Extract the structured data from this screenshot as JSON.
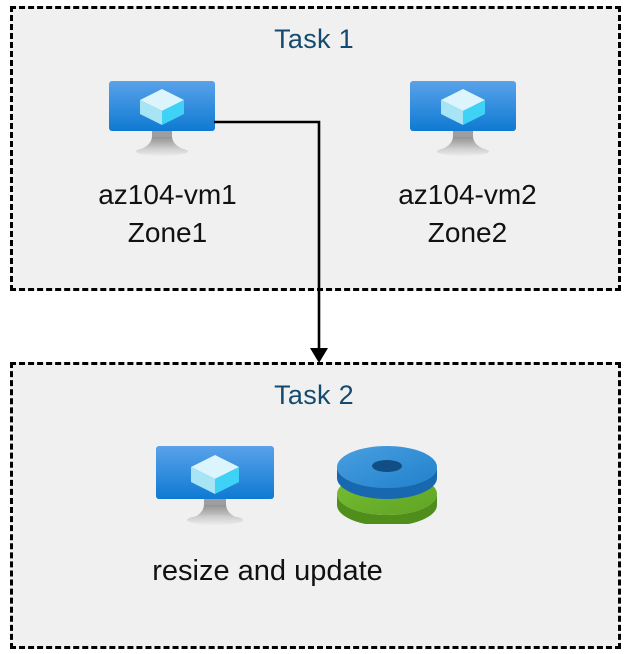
{
  "diagram": {
    "background_color": "#FFFFFF",
    "box_fill_color": "#F0F0F0",
    "box_border_color": "#000000",
    "title_color": "#134A6E",
    "label_color": "#111111",
    "connector_color": "#000000",
    "boxes": [
      {
        "id": "task1",
        "title": "Task 1",
        "nodes": [
          {
            "id": "vm1",
            "icon": "azure-virtual-machine-icon",
            "label": "az104-vm1\nZone1"
          },
          {
            "id": "vm2",
            "icon": "azure-virtual-machine-icon",
            "label": "az104-vm2\nZone2"
          }
        ]
      },
      {
        "id": "task2",
        "title": "Task 2",
        "nodes": [
          {
            "id": "vm3",
            "icon": "azure-virtual-machine-icon",
            "label": ""
          },
          {
            "id": "disks",
            "icon": "azure-managed-disks-icon",
            "label": ""
          }
        ],
        "caption": "resize and update"
      }
    ],
    "connector": {
      "from": "vm1",
      "to": "task2",
      "style": "elbow-arrow",
      "arrowhead": "filled-triangle-down"
    },
    "icon_colors": {
      "monitor_screen_top": "#4F9BE8",
      "monitor_screen_bottom": "#0F7CD4",
      "monitor_stand": "#9B9B9B",
      "cube_top": "#D7F3FB",
      "cube_left": "#9FE2F4",
      "cube_right": "#3FD2F5",
      "disk_blue": "#2E8BD4",
      "disk_blue_dark": "#1E6FB5",
      "disk_blue_hole": "#14568E",
      "disk_green": "#6CB52D",
      "disk_green_dark": "#57941F",
      "disk_green_hole": "#4F8A1D"
    }
  }
}
